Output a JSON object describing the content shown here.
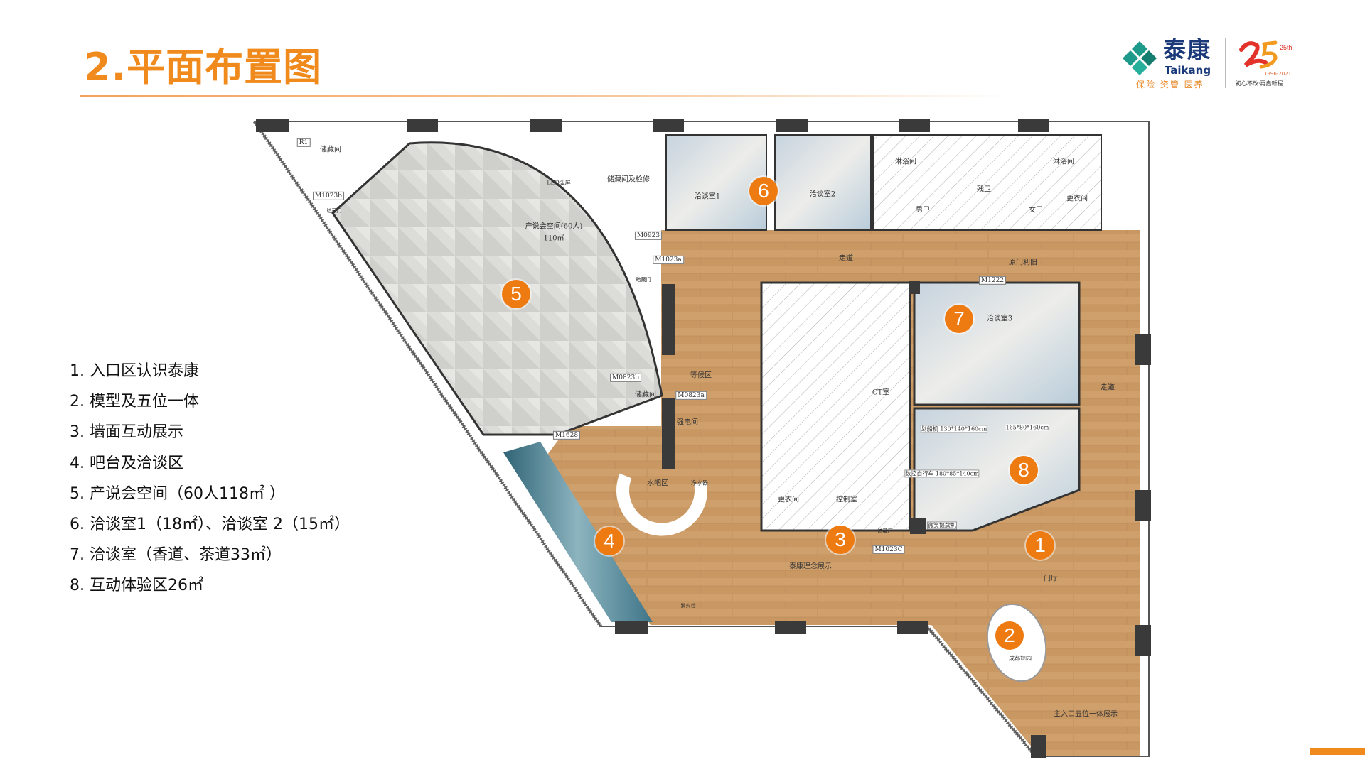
{
  "header": {
    "title": "2.平面布置图"
  },
  "logo": {
    "brand_cn": "泰康",
    "brand_en": "Taikang",
    "tagline": "保险 资管 医养",
    "anniversary": "25th",
    "years": "1996-2021",
    "slogan": "初心不改·再启新程"
  },
  "legend": [
    "1. 入口区认识泰康",
    "2. 模型及五位一体",
    "3. 墙面互动展示",
    "4. 吧台及洽谈区",
    "5. 产说会空间（60人118㎡ ）",
    "6. 洽谈室1（18㎡）、洽谈室 2（15㎡）",
    "7. 洽谈室（香道、茶道33㎡）",
    "8. 互动体验区26㎡"
  ],
  "plan": {
    "markers": [
      "1",
      "2",
      "3",
      "4",
      "5",
      "6",
      "7",
      "8"
    ],
    "labels": [
      "储藏间",
      "储藏间及检修",
      "LED弧屏",
      "产说会空间(60人)",
      "110㎡",
      "洽谈室1",
      "洽谈室2",
      "淋浴间",
      "淋浴间",
      "男卫",
      "残卫",
      "女卫",
      "更衣间",
      "走道",
      "原门利旧",
      "洽谈室3",
      "走道",
      "CT室",
      "等候区",
      "储藏间",
      "强电间",
      "水吧区",
      "净水器",
      "更衣间",
      "控制室",
      "泰康理念展示",
      "门厅",
      "成都规园",
      "主入口五位一体展示",
      "划船机 130*140*160cm",
      "165*80*160cm",
      "数控自行车 180*85*140cm",
      "微笑提款机",
      "暗藏门",
      "暗藏门",
      "暗藏门",
      "消火栓"
    ],
    "tags": [
      "R1",
      "M1023b",
      "M0923",
      "M1023a",
      "M0823b",
      "M0823a",
      "M1628",
      "M1222",
      "M1023C"
    ]
  },
  "colors": {
    "accent": "#F08A1C",
    "wood": "#C99762",
    "hall": "#DADAD7",
    "teal": "#4E8597",
    "wall": "#3A3A3A"
  }
}
